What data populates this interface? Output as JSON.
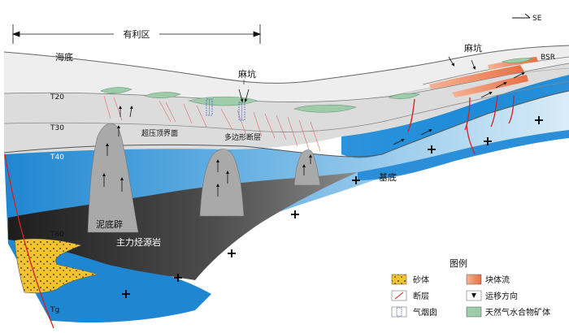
{
  "labels": {
    "favorable_zone": "有利区",
    "seafloor": "海底",
    "pockmark_center": "麻坑",
    "pockmark_right": "麻坑",
    "bsr": "BSR",
    "direction": "SE",
    "overpressure_top": "超压顶界面",
    "polygonal_faults": "多边形断层",
    "mud_diapir": "泥底辟",
    "main_source_rock": "主力烃源岩",
    "basement": "基底",
    "horizons": [
      "T20",
      "T30",
      "T40",
      "T60",
      "Tg"
    ]
  },
  "legend": {
    "title": "图例",
    "items": [
      {
        "label": "砂体",
        "swatch": "sand"
      },
      {
        "label": "块体流",
        "swatch": "mtd"
      },
      {
        "label": "断层",
        "swatch": "fault"
      },
      {
        "label": "运移方向",
        "swatch": "arrow"
      },
      {
        "label": "气烟囱",
        "swatch": "chimney"
      },
      {
        "label": "天然气水合物矿体",
        "swatch": "hydrate"
      }
    ]
  },
  "colors": {
    "light_layer": "#e6e6e6",
    "upper_layer": "#d5d5d5",
    "blue_dark": "#1f86d1",
    "blue_light": "#a8d3ef",
    "source_rock": "#3d3d3d",
    "diapir": "#a9a9a9",
    "sand": "#f2c233",
    "mtd": "#ef8a62",
    "hydrate": "#9ecbaa",
    "fault": "#d62020"
  }
}
